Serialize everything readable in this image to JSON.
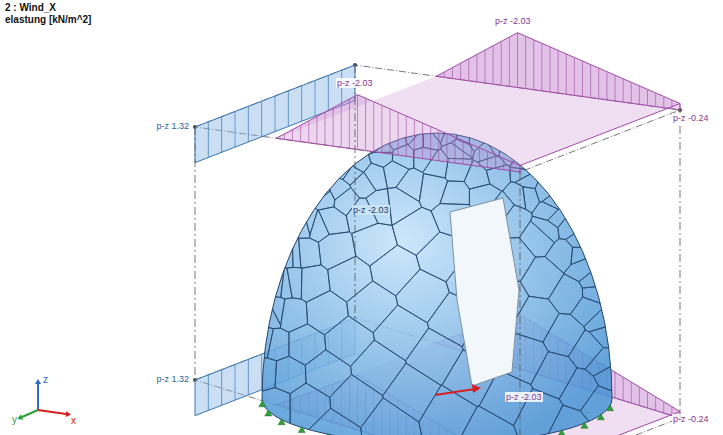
{
  "diagram": {
    "labels": [
      "2 : Wind_X",
      "elastung [kN/m^2]",
      "p-z -2.03",
      "p-z 1.32",
      "p-z -2.03",
      "p-z -0.24",
      "p-z -2.03",
      "p-z 1.32",
      "p-z -2.03",
      "p-z -0.24",
      "z",
      "y",
      "x"
    ]
  }
}
